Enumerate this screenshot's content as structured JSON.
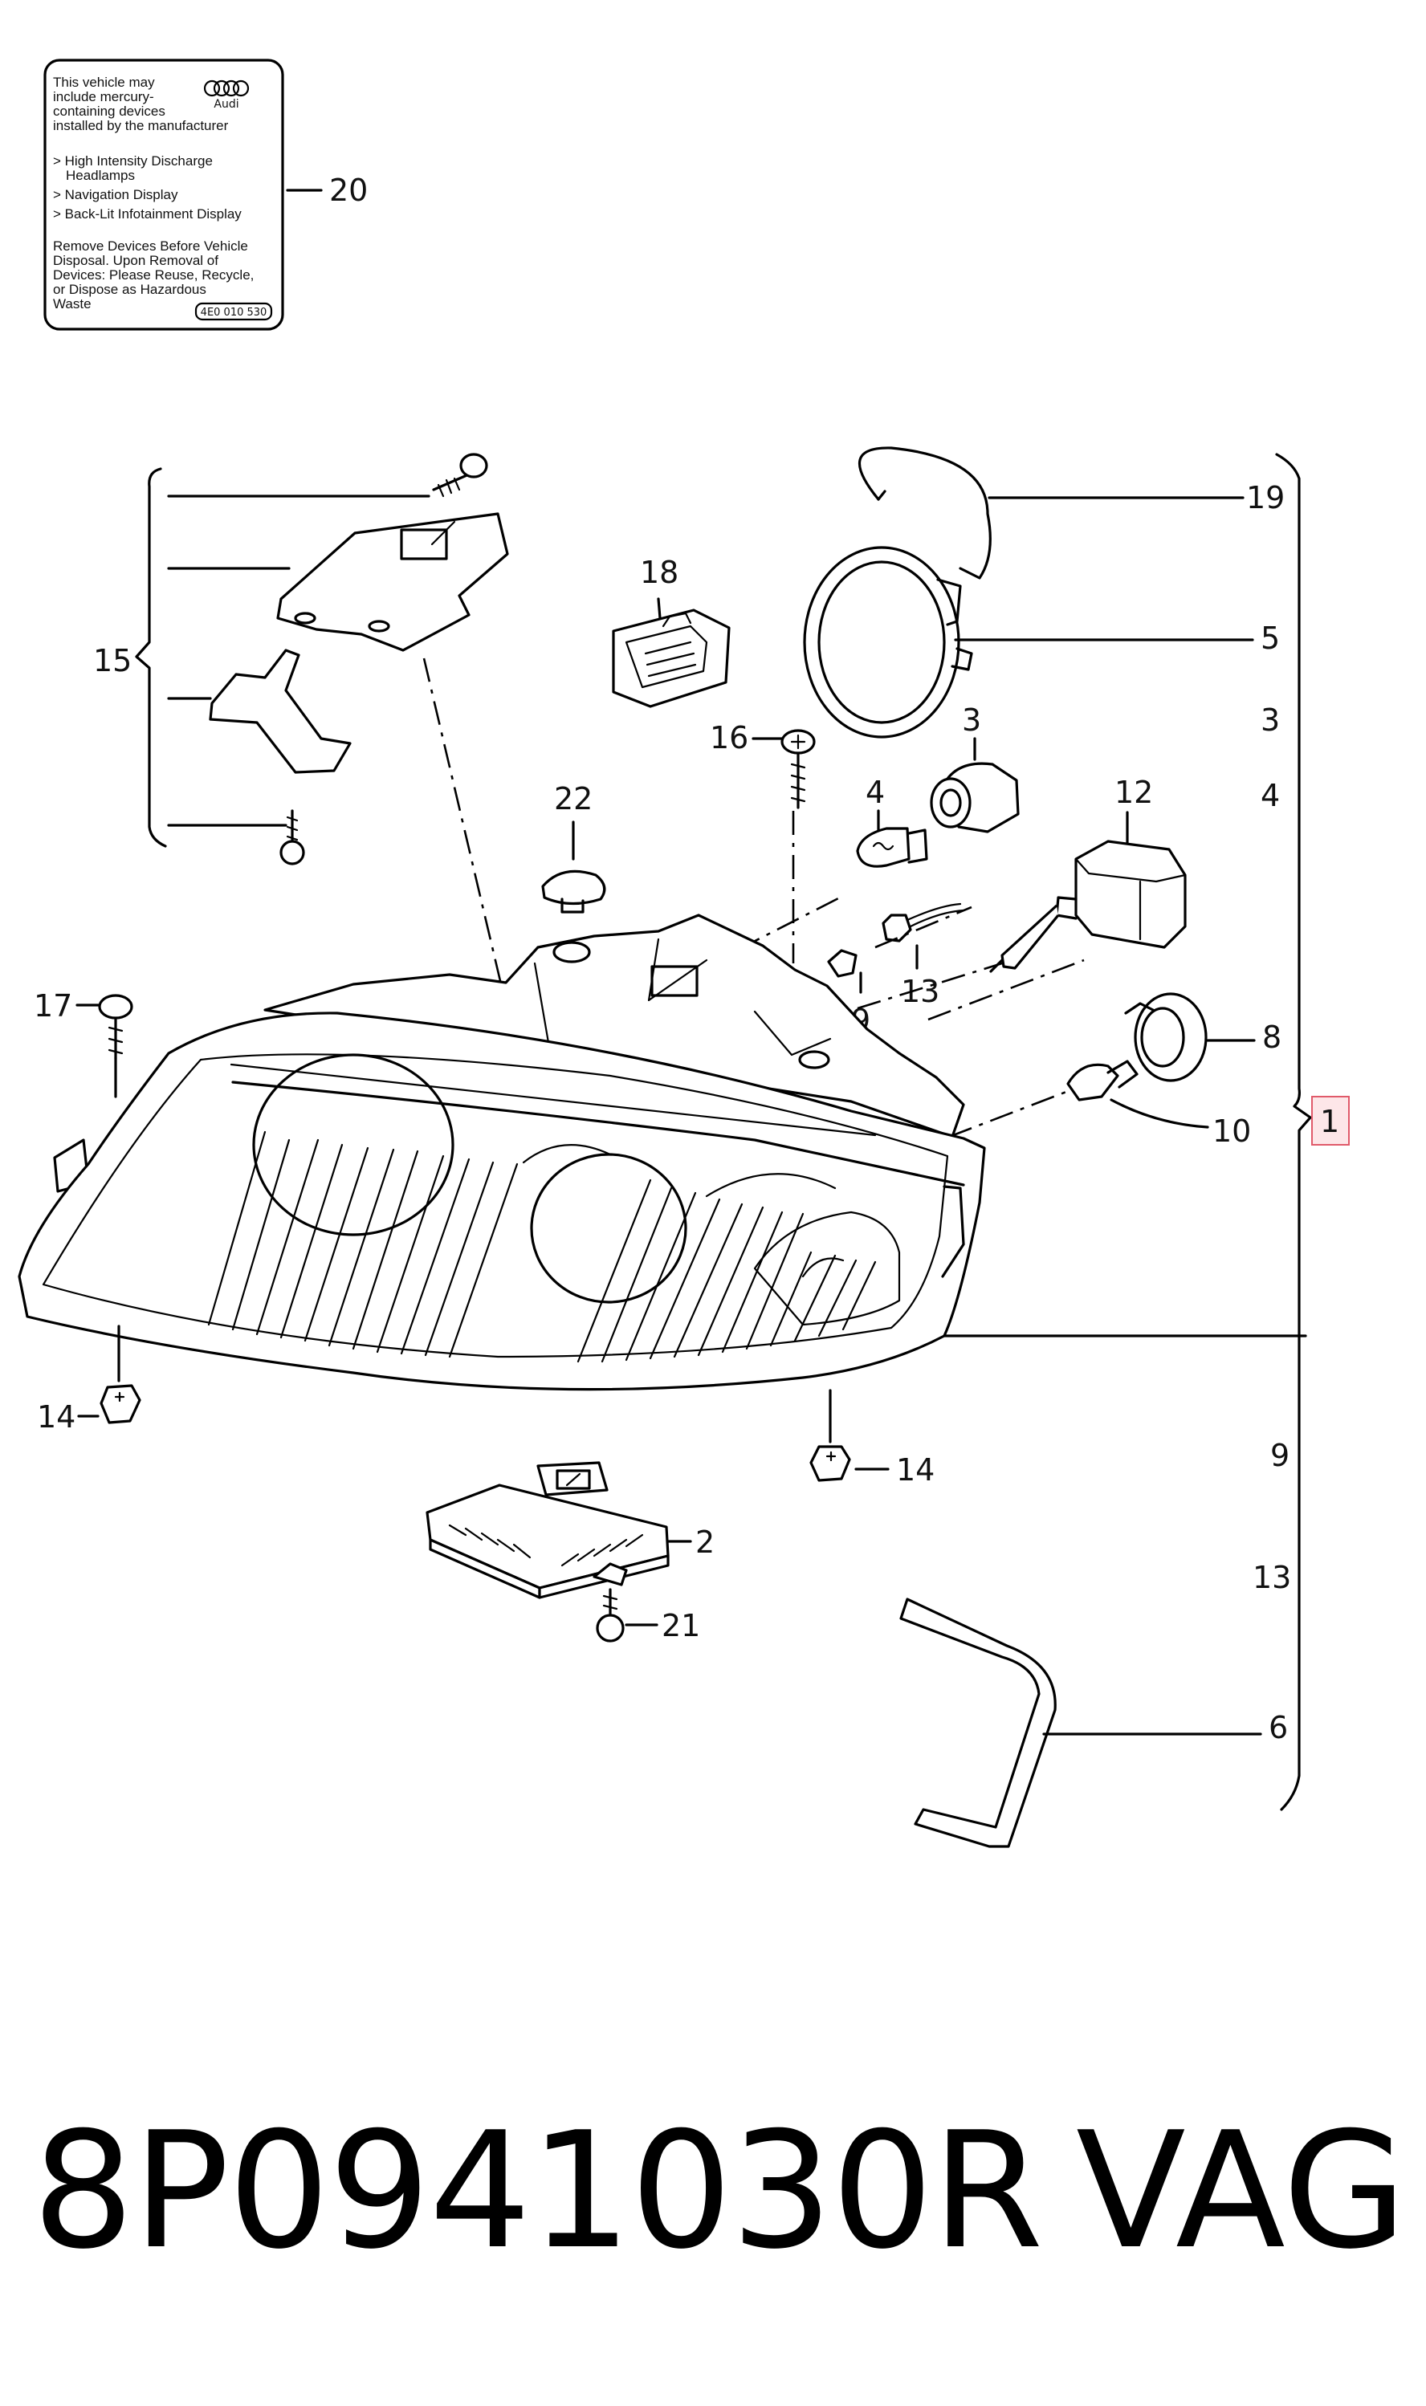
{
  "label_sticker": {
    "intro_lines": [
      "This vehicle may",
      "include mercury-",
      "containing devices",
      "installed by the manufacturer"
    ],
    "logo_text": "Audi",
    "bullet_lines": [
      "> High Intensity Discharge",
      "Headlamps",
      "> Navigation Display",
      "> Back-Lit Infotainment Display"
    ],
    "disposal_lines": [
      "Remove Devices Before Vehicle",
      "Disposal. Upon Removal of",
      "Devices: Please Reuse, Recycle,",
      "or Dispose as Hazardous",
      "Waste"
    ],
    "code": "4E0 010 530"
  },
  "callouts": {
    "n20": "20",
    "n19": "19",
    "n5r": "5",
    "n3r": "3",
    "n4r": "4",
    "n18": "18",
    "n15": "15",
    "n16": "16",
    "n22": "22",
    "n3": "3",
    "n4": "4",
    "n12": "12",
    "n9": "9",
    "n13": "13",
    "n17": "17",
    "n8": "8",
    "n10": "10",
    "n1": "1",
    "n14a": "14",
    "n14b": "14",
    "n9r": "9",
    "n2": "2",
    "n13r": "13",
    "n21": "21",
    "n6": "6"
  },
  "footer": {
    "part_number": "8P0941030R",
    "brand": "VAG"
  },
  "colors": {
    "highlight": "#e05a6a",
    "highlight_fill": "#fde6e8",
    "ink": "#000000"
  }
}
